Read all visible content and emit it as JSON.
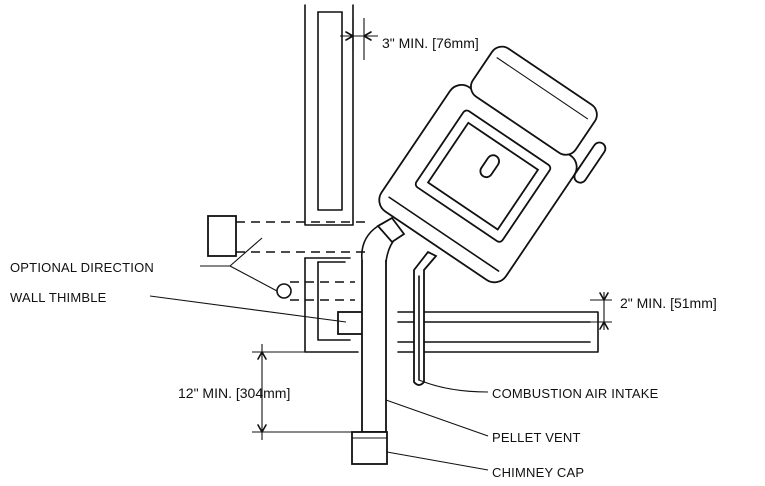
{
  "labels": {
    "optional_direction": "OPTIONAL DIRECTION",
    "wall_thimble": "WALL THIMBLE",
    "combustion_air_intake": "COMBUSTION AIR INTAKE",
    "pellet_vent": "PELLET VENT",
    "chimney_cap": "CHIMNEY CAP"
  },
  "dimensions": {
    "clearance_top": "3\" MIN. [76mm]",
    "clearance_floor": "2\" MIN. [51mm]",
    "clearance_vertical": "12\" MIN. [304mm]"
  }
}
